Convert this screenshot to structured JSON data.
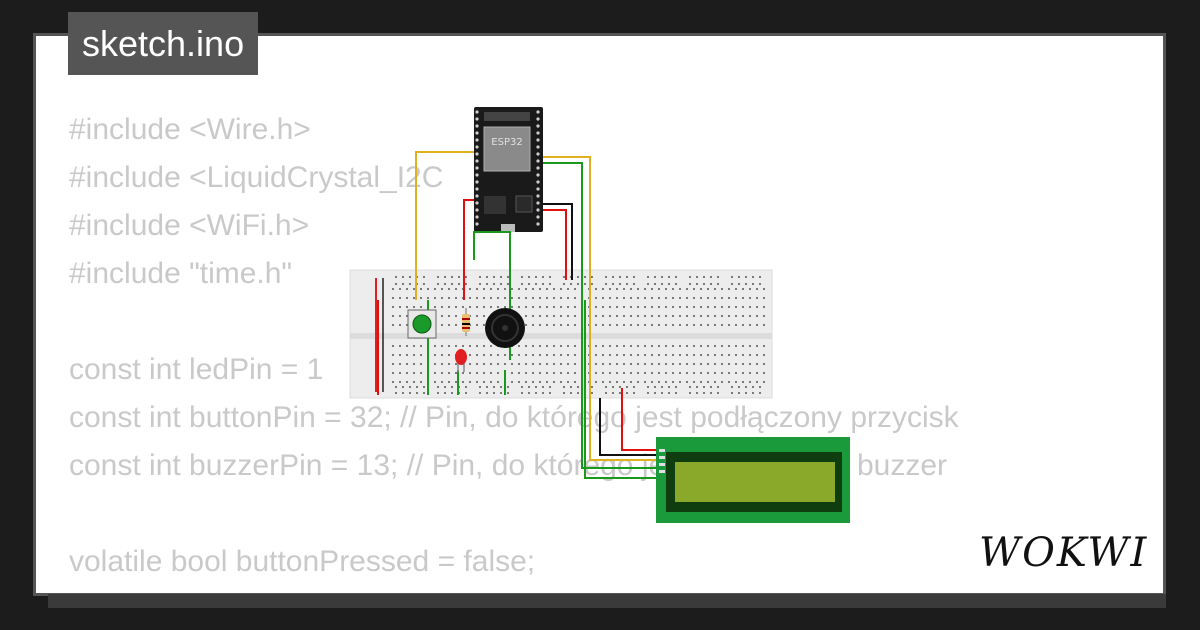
{
  "file_tab": {
    "label": "sketch.ino"
  },
  "code_lines": [
    "#include <Wire.h>",
    "#include <LiquidCrystal_I2C",
    "#include <WiFi.h>",
    "#include \"time.h\"",
    "",
    "const int ledPin = 1",
    "const int buttonPin = 32; // Pin, do którego jest podłączony przycisk",
    "const int buzzerPin = 13; // Pin, do którego jest podłączony buzzer",
    "",
    "volatile bool buttonPressed = false;"
  ],
  "esp32": {
    "label": "ESP32"
  },
  "brand": {
    "logo_text": "WOKWI"
  },
  "colors": {
    "background": "#1c1c1c",
    "card": "#ffffff",
    "code_text": "#c9c9c9",
    "tag_bg": "#555555",
    "lcd_board": "#1a9a3a",
    "lcd_screen": "#8aa82a",
    "wire_red": "#e01010",
    "wire_green": "#1a9a1a",
    "wire_yellow": "#e0b020",
    "wire_black": "#111111"
  },
  "icons": [
    "esp32-board-icon",
    "breadboard-icon",
    "pushbutton-icon",
    "resistor-icon",
    "led-icon",
    "buzzer-icon",
    "lcd-display-icon",
    "wokwi-logo-icon"
  ]
}
